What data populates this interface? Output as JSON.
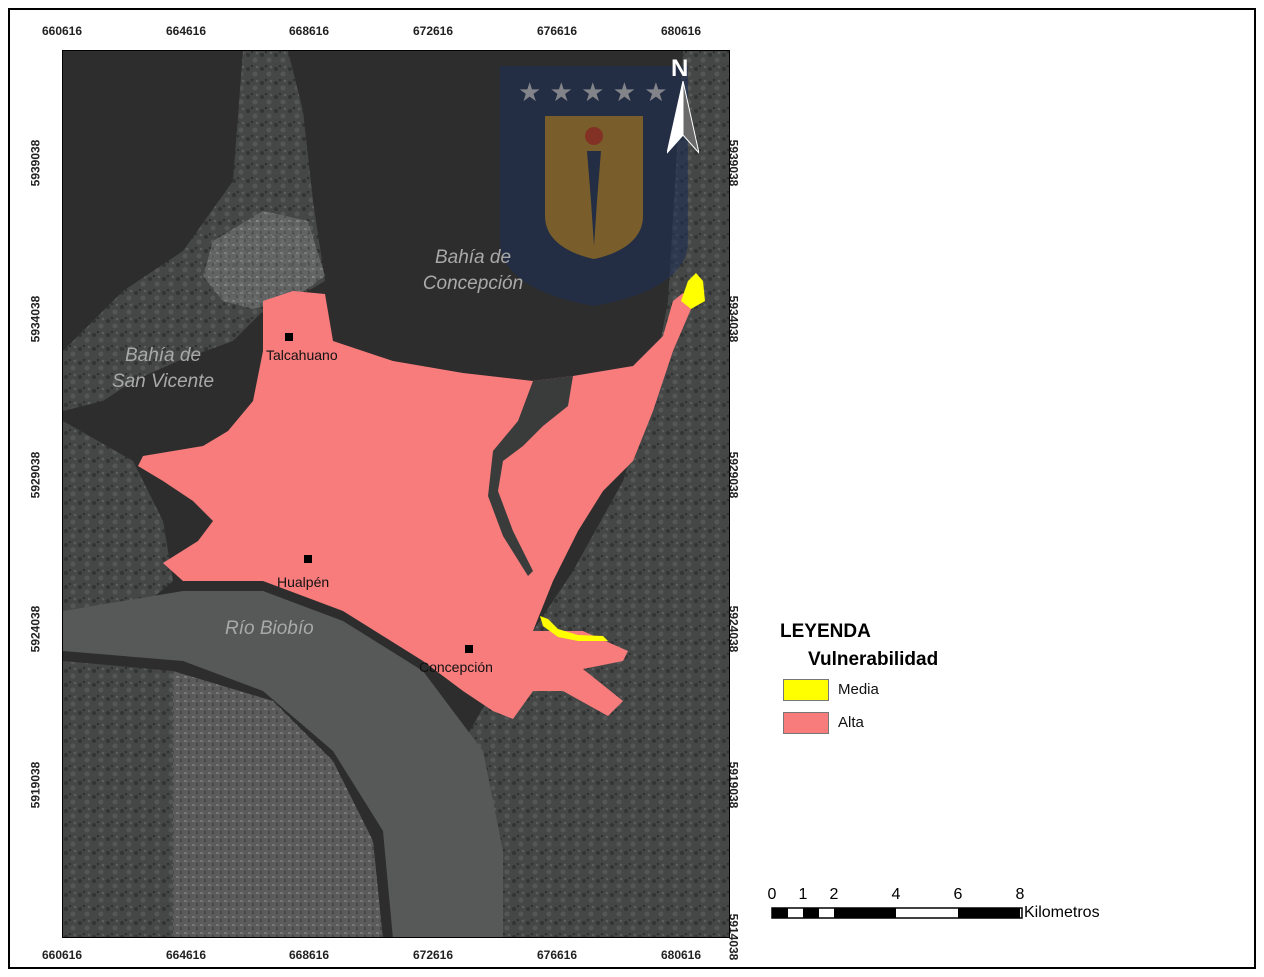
{
  "axis": {
    "x_ticks": [
      "660616",
      "664616",
      "668616",
      "672616",
      "676616",
      "680616"
    ],
    "y_ticks": [
      "5939038",
      "5934038",
      "5929038",
      "5924038",
      "5919038",
      "5914038"
    ]
  },
  "water_labels": {
    "bahia_concepcion": [
      "Bahía de",
      "Concepción"
    ],
    "bahia_san_vicente": [
      "Bahía de",
      "San Vicente"
    ],
    "rio_biobio": "Río Biobío"
  },
  "cities": {
    "talcahuano": "Talcahuano",
    "hualpen": "Hualpén",
    "concepcion": "Concepción"
  },
  "north_label": "N",
  "legend": {
    "title": "LEYENDA",
    "subtitle": "Vulnerabilidad",
    "items": [
      {
        "label": "Media",
        "color": "#ffff00"
      },
      {
        "label": "Alta",
        "color": "#f87c7c"
      }
    ]
  },
  "scale_bar": {
    "numbers": [
      "0",
      "1",
      "2",
      "4",
      "6",
      "8"
    ],
    "unit": "Kilometros"
  },
  "colors": {
    "alta": "#f87c7c",
    "media": "#ffff00",
    "satellite_land": "#3c3d3d",
    "water": "#2d2d2d"
  }
}
